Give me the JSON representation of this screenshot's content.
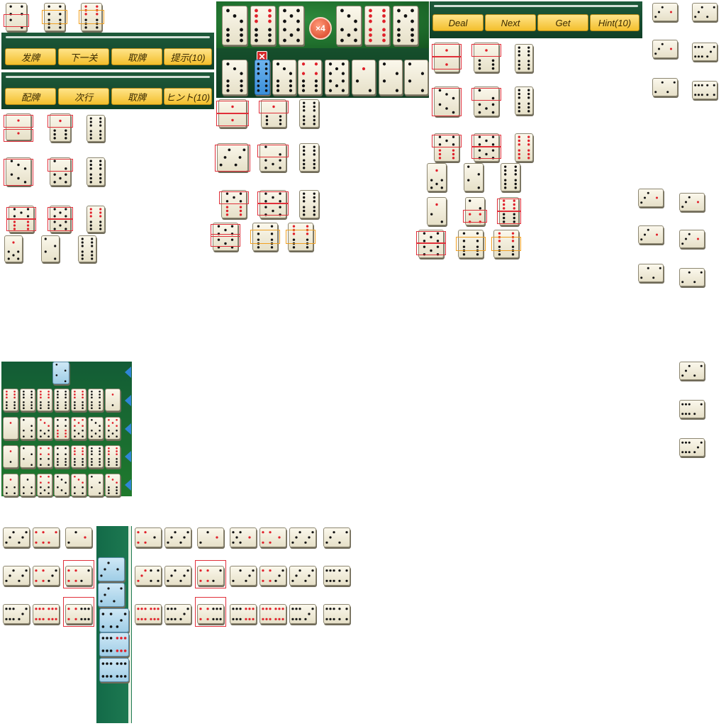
{
  "toolbar_cn": {
    "buttons": [
      "发牌",
      "下一关",
      "取牌",
      "提示(10)"
    ]
  },
  "toolbar_jp": {
    "buttons": [
      "配牌",
      "次行",
      "取牌",
      "ヒント(10)"
    ]
  },
  "toolbar_en": {
    "buttons": [
      "Deal",
      "Next",
      "Get",
      "Hint(10)"
    ]
  },
  "multiplier_badge": "×4",
  "close_badge": "✕",
  "colors": {
    "felt": "#1d6a2a",
    "button": "#f3bf2c",
    "select_box": "#e0303a",
    "hint_box": "#f0a020",
    "arrow": "#2f86d6",
    "pip_black": "#111111",
    "pip_red": "#e0202a"
  },
  "icons": {
    "arrow": "left-arrow-icon",
    "close": "close-icon"
  }
}
